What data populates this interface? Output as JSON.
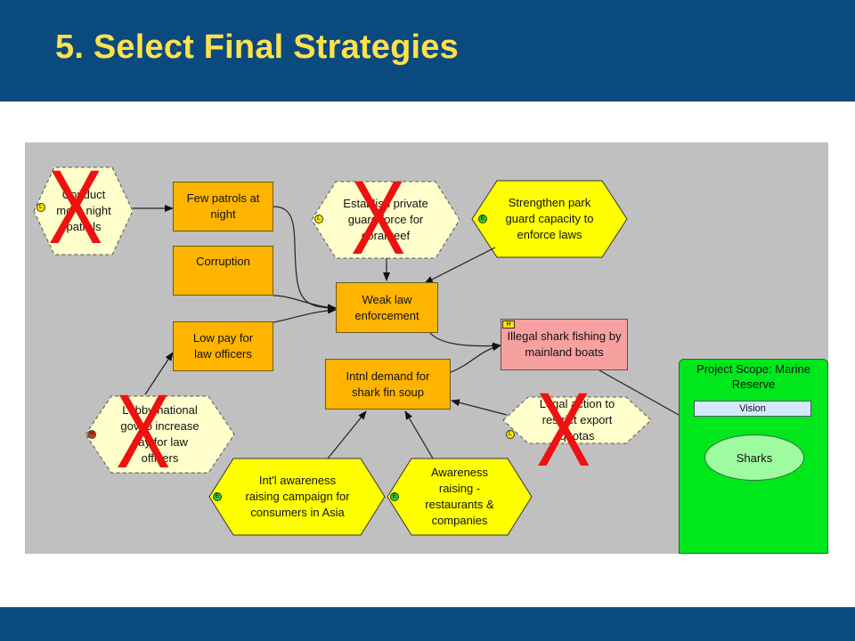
{
  "slide": {
    "title": "5. Select Final Strategies"
  },
  "diagram": {
    "nodes": {
      "conduct_patrols": "Conduct more night patrols",
      "few_patrols": "Few patrols at night",
      "establish_guard": "Establish private guard force for coral reef",
      "strengthen_guard": "Strengthen park guard capacity to enforce laws",
      "corruption": "Corruption",
      "weak_law": "Weak law enforcement",
      "low_pay": "Low pay for law officers",
      "illegal_fishing": "Illegal shark fishing by mainland boats",
      "intnl_demand": "Intnl demand for shark fin soup",
      "lobby": "Lobby national gov to increase pay for law officers",
      "legal_action": "Legal action to restrict export quotas",
      "awareness_asia": "Int'l awareness raising campaign for consumers in Asia",
      "awareness_rest": "Awareness raising - restaurants & companies"
    },
    "scope": {
      "title": "Project Scope: Marine Reserve",
      "vision": "Vision",
      "target": "Sharks"
    },
    "badges": {
      "low": "L",
      "high": "H",
      "effective": "E"
    },
    "rejected_mark": "X",
    "colors": {
      "header": "#0b4a7e",
      "title": "#ffe14c",
      "canvas": "#c0c0c0",
      "factor": "#ffb400",
      "threat": "#f7a0a0",
      "strategy_selected": "#ffff00",
      "strategy_rejected": "#ffffcc",
      "scope": "#00e81b",
      "target": "#9dfca0",
      "reject_x": "#ee1111"
    }
  }
}
